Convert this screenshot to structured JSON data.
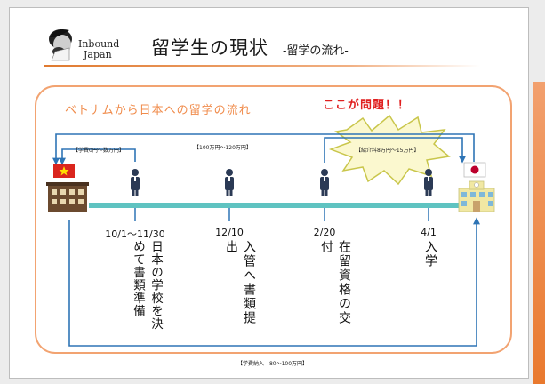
{
  "header": {
    "logo_line1": "Inbound",
    "logo_line2": "Japan",
    "title": "留学生の現状",
    "subtitle": "-留学の流れ-"
  },
  "diagram": {
    "panel_title": "ベトナムから日本への留学の流れ",
    "problem_callout": "ここが問題！！",
    "fees": {
      "tuition": "【学費0円～数万円】",
      "middle": "【100万円～120万円】",
      "agency": "【紹介料8万円～15万円】",
      "payment": "【学費納入　80～100万円】"
    },
    "steps": [
      {
        "date": "10/1～11/30",
        "label": "日本の学校を決めて書類準備"
      },
      {
        "date": "12/10",
        "label": "入管へ書類提出"
      },
      {
        "date": "2/20",
        "label": "在留資格の交付"
      },
      {
        "date": "4/1",
        "label": "入学"
      }
    ],
    "colors": {
      "frame": "#f2a371",
      "arrow": "#2e74b5",
      "timeline": "#5fc3c1",
      "person": "#2b3a55",
      "star_fill": "#fbf8cf",
      "star_stroke": "#c9c64b",
      "vietnam_red": "#da251d",
      "vietnam_star": "#ffde00",
      "japan_red": "#bc002d",
      "school_yellow": "#f1e8a3"
    }
  }
}
